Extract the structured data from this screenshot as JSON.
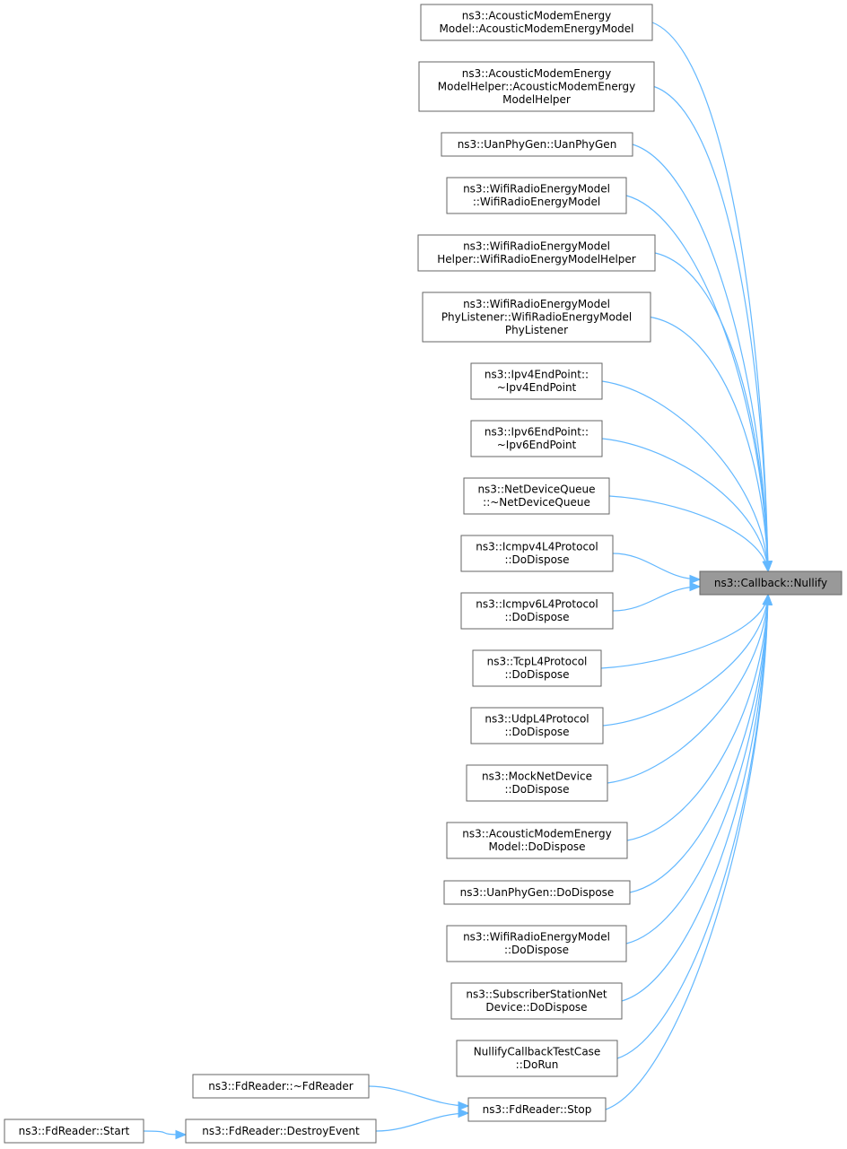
{
  "diagram": {
    "colors": {
      "edge": "#63b8ff",
      "node_border": "#666666",
      "focus_fill": "#999999",
      "node_fill": "#ffffff"
    },
    "nodes": [
      {
        "id": "target",
        "lines": [
          "ns3::Callback::Nullify"
        ],
        "focus": true
      },
      {
        "id": "n1",
        "lines": [
          "ns3::AcousticModemEnergy",
          "Model::AcousticModemEnergyModel"
        ]
      },
      {
        "id": "n2",
        "lines": [
          "ns3::AcousticModemEnergy",
          "ModelHelper::AcousticModemEnergy",
          "ModelHelper"
        ]
      },
      {
        "id": "n3",
        "lines": [
          "ns3::UanPhyGen::UanPhyGen"
        ]
      },
      {
        "id": "n4",
        "lines": [
          "ns3::WifiRadioEnergyModel",
          "::WifiRadioEnergyModel"
        ]
      },
      {
        "id": "n5",
        "lines": [
          "ns3::WifiRadioEnergyModel",
          "Helper::WifiRadioEnergyModelHelper"
        ]
      },
      {
        "id": "n6",
        "lines": [
          "ns3::WifiRadioEnergyModel",
          "PhyListener::WifiRadioEnergyModel",
          "PhyListener"
        ]
      },
      {
        "id": "n7",
        "lines": [
          "ns3::Ipv4EndPoint::",
          "~Ipv4EndPoint"
        ]
      },
      {
        "id": "n8",
        "lines": [
          "ns3::Ipv6EndPoint::",
          "~Ipv6EndPoint"
        ]
      },
      {
        "id": "n9",
        "lines": [
          "ns3::NetDeviceQueue",
          "::~NetDeviceQueue"
        ]
      },
      {
        "id": "n10",
        "lines": [
          "ns3::Icmpv4L4Protocol",
          "::DoDispose"
        ]
      },
      {
        "id": "n11",
        "lines": [
          "ns3::Icmpv6L4Protocol",
          "::DoDispose"
        ]
      },
      {
        "id": "n12",
        "lines": [
          "ns3::TcpL4Protocol",
          "::DoDispose"
        ]
      },
      {
        "id": "n13",
        "lines": [
          "ns3::UdpL4Protocol",
          "::DoDispose"
        ]
      },
      {
        "id": "n14",
        "lines": [
          "ns3::MockNetDevice",
          "::DoDispose"
        ]
      },
      {
        "id": "n15",
        "lines": [
          "ns3::AcousticModemEnergy",
          "Model::DoDispose"
        ]
      },
      {
        "id": "n16",
        "lines": [
          "ns3::UanPhyGen::DoDispose"
        ]
      },
      {
        "id": "n17",
        "lines": [
          "ns3::WifiRadioEnergyModel",
          "::DoDispose"
        ]
      },
      {
        "id": "n18",
        "lines": [
          "ns3::SubscriberStationNet",
          "Device::DoDispose"
        ]
      },
      {
        "id": "n19",
        "lines": [
          "NullifyCallbackTestCase",
          "::DoRun"
        ]
      },
      {
        "id": "n20",
        "lines": [
          "ns3::FdReader::Stop"
        ]
      },
      {
        "id": "n21",
        "lines": [
          "ns3::FdReader::~FdReader"
        ]
      },
      {
        "id": "n22",
        "lines": [
          "ns3::FdReader::DestroyEvent"
        ]
      },
      {
        "id": "n23",
        "lines": [
          "ns3::FdReader::Start"
        ]
      }
    ],
    "edges": [
      {
        "from": "n1",
        "to": "target"
      },
      {
        "from": "n2",
        "to": "target"
      },
      {
        "from": "n3",
        "to": "target"
      },
      {
        "from": "n4",
        "to": "target"
      },
      {
        "from": "n5",
        "to": "target"
      },
      {
        "from": "n6",
        "to": "target"
      },
      {
        "from": "n7",
        "to": "target"
      },
      {
        "from": "n8",
        "to": "target"
      },
      {
        "from": "n9",
        "to": "target"
      },
      {
        "from": "n10",
        "to": "target"
      },
      {
        "from": "n11",
        "to": "target"
      },
      {
        "from": "n12",
        "to": "target"
      },
      {
        "from": "n13",
        "to": "target"
      },
      {
        "from": "n14",
        "to": "target"
      },
      {
        "from": "n15",
        "to": "target"
      },
      {
        "from": "n16",
        "to": "target"
      },
      {
        "from": "n17",
        "to": "target"
      },
      {
        "from": "n18",
        "to": "target"
      },
      {
        "from": "n19",
        "to": "target"
      },
      {
        "from": "n20",
        "to": "target"
      },
      {
        "from": "n21",
        "to": "n20"
      },
      {
        "from": "n22",
        "to": "n20"
      },
      {
        "from": "n23",
        "to": "n22"
      }
    ]
  }
}
